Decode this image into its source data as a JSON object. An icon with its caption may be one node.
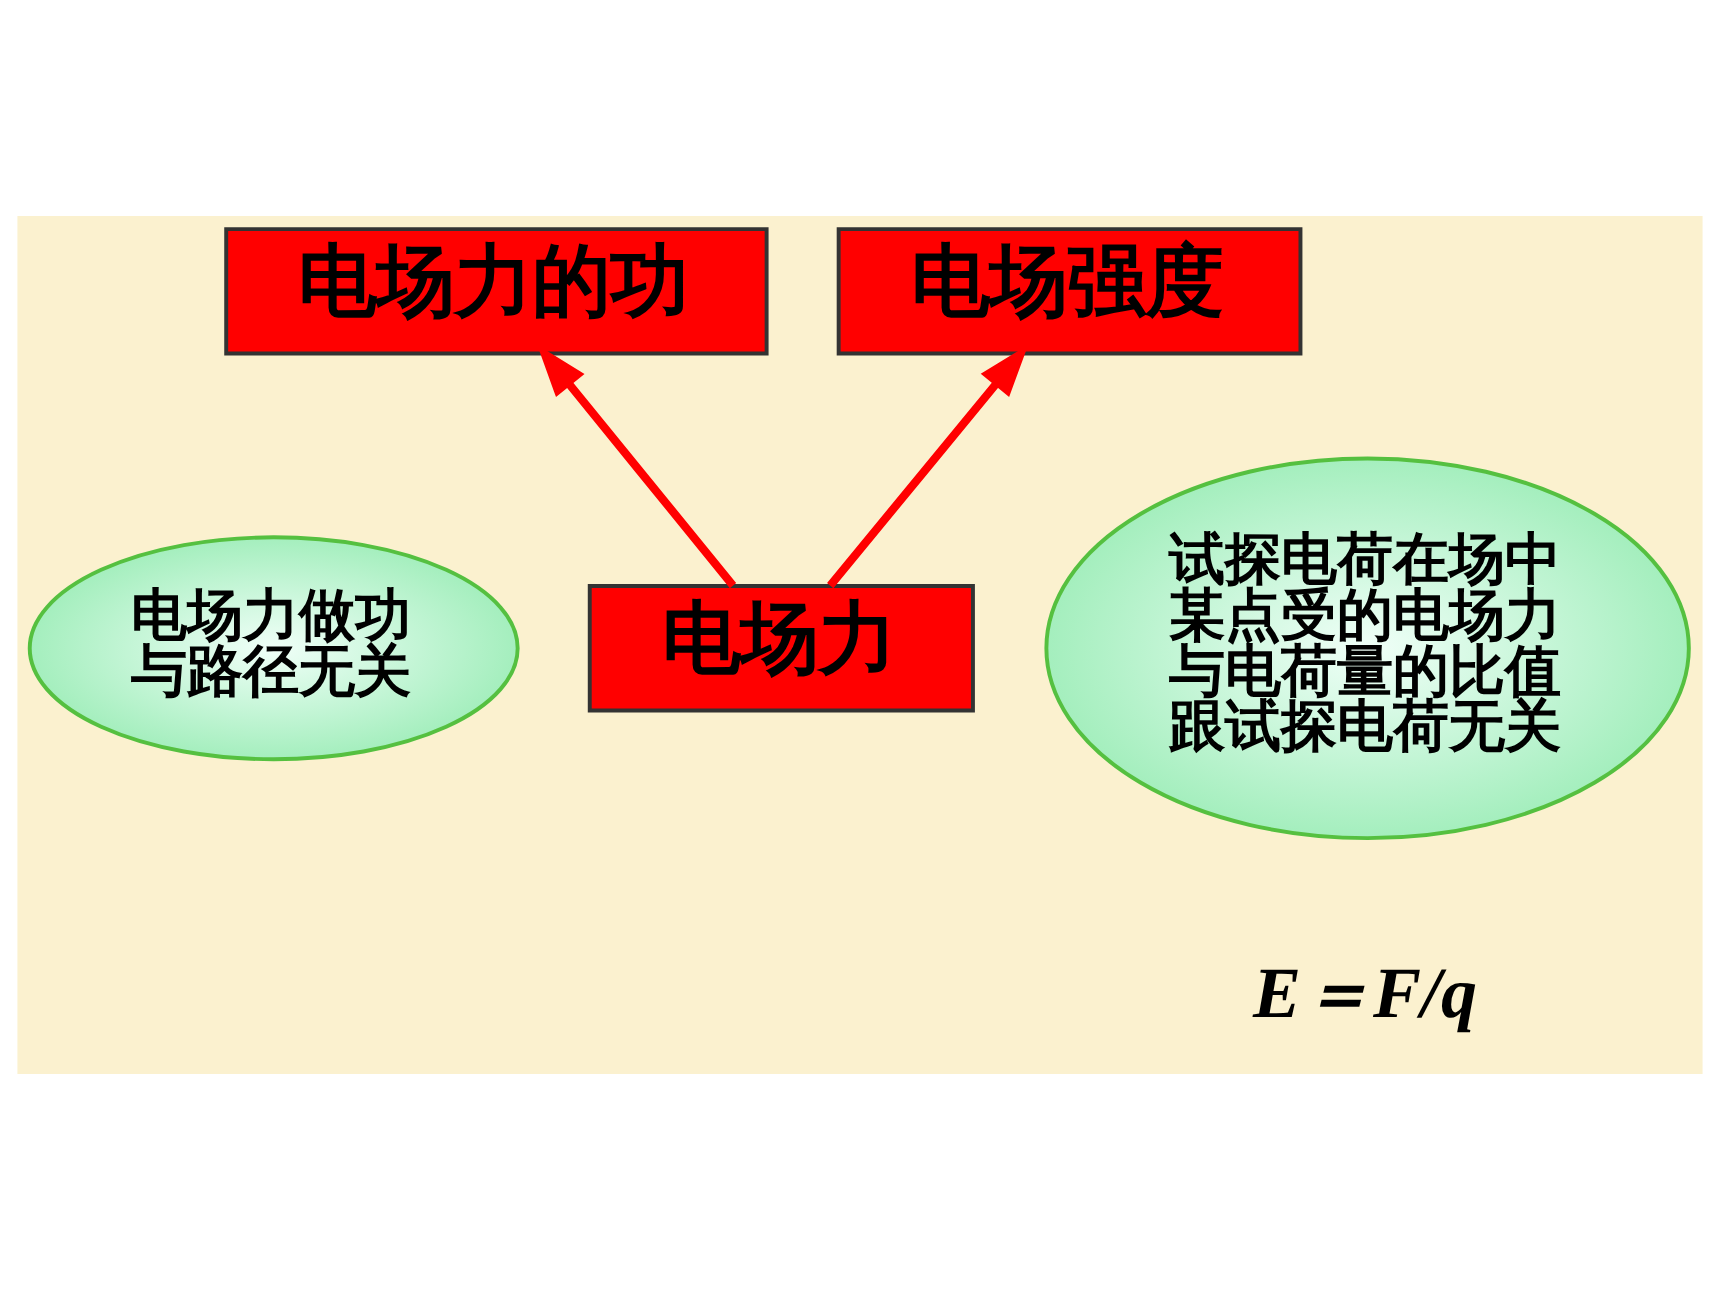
{
  "diagram": {
    "nodes": [
      {
        "text": [
          "电场力的功"
        ]
      },
      {
        "text": [
          "电场强度"
        ]
      },
      {
        "text": [
          "电场力"
        ]
      },
      {
        "text": [
          "电场力做功与路径无关"
        ]
      },
      {
        "text": [
          "试探电荷在场中某点受的电场力与电荷量的比值跟试探电荷无关"
        ]
      }
    ],
    "edges": [
      {
        "from": 2,
        "to": 0,
        "arrow": "to"
      },
      {
        "from": 2,
        "to": 1,
        "arrow": "to"
      }
    ],
    "labels": [
      "E＝F/q"
    ]
  }
}
